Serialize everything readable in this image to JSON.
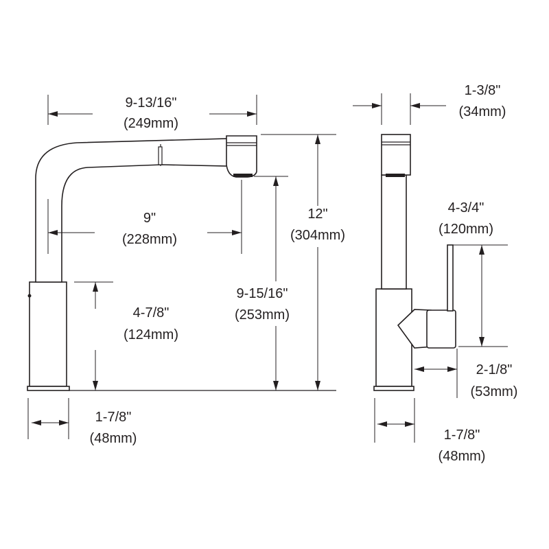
{
  "dimensions": {
    "spout_reach": {
      "imperial": "9-13/16\"",
      "metric": "(249mm)"
    },
    "aerator_reach": {
      "imperial": "9\"",
      "metric": "(228mm)"
    },
    "total_height": {
      "imperial": "12\"",
      "metric": "(304mm)"
    },
    "spout_clearance": {
      "imperial": "9-15/16\"",
      "metric": "(253mm)"
    },
    "base_height": {
      "imperial": "4-7/8\"",
      "metric": "(124mm)"
    },
    "base_diameter_front": {
      "imperial": "1-7/8\"",
      "metric": "(48mm)"
    },
    "spout_head_width": {
      "imperial": "1-3/8\"",
      "metric": "(34mm)"
    },
    "handle_height": {
      "imperial": "4-3/4\"",
      "metric": "(120mm)"
    },
    "handle_projection": {
      "imperial": "2-1/8\"",
      "metric": "(53mm)"
    },
    "base_diameter_side": {
      "imperial": "1-7/8\"",
      "metric": "(48mm)"
    }
  },
  "colors": {
    "line": "#231f20",
    "background": "#ffffff"
  }
}
